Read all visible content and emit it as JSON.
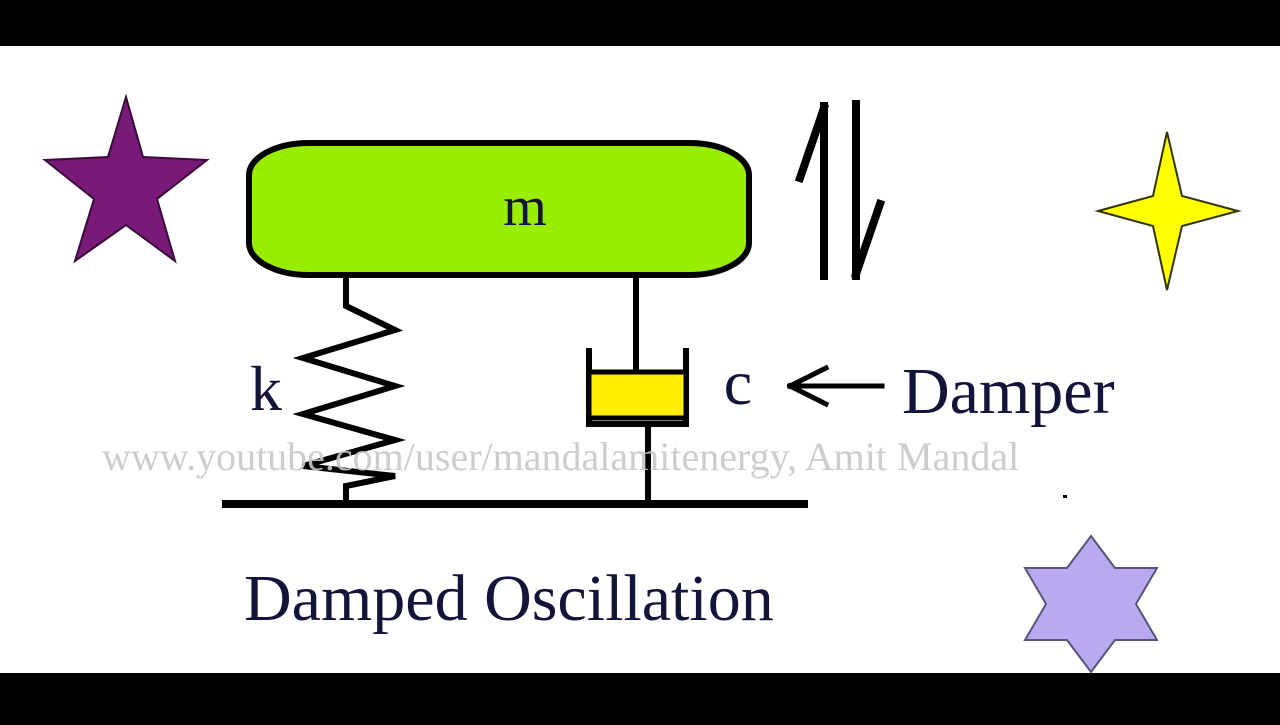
{
  "labels": {
    "mass": "m",
    "spring": "k",
    "damper_symbol": "c",
    "damper_name": "Damper",
    "caption": "Damped Oscillation",
    "watermark": "www.youtube.com/user/mandalamitenergy, Amit Mandal"
  },
  "colors": {
    "letterbox": "#000000",
    "canvas": "#ffffff",
    "mass_fill": "#99ee00",
    "damper_fill": "#ffee00",
    "ink": "#000000",
    "text": "#14143a",
    "watermark": "#c8c8c8",
    "star_purple": "#7a1a78",
    "star_yellow": "#ffff00",
    "star_lavender": "#b9a9f0"
  },
  "icons": [
    "purple-five-point-star",
    "yellow-four-point-star",
    "lavender-six-point-star",
    "up-down-arrows",
    "left-arrow"
  ]
}
